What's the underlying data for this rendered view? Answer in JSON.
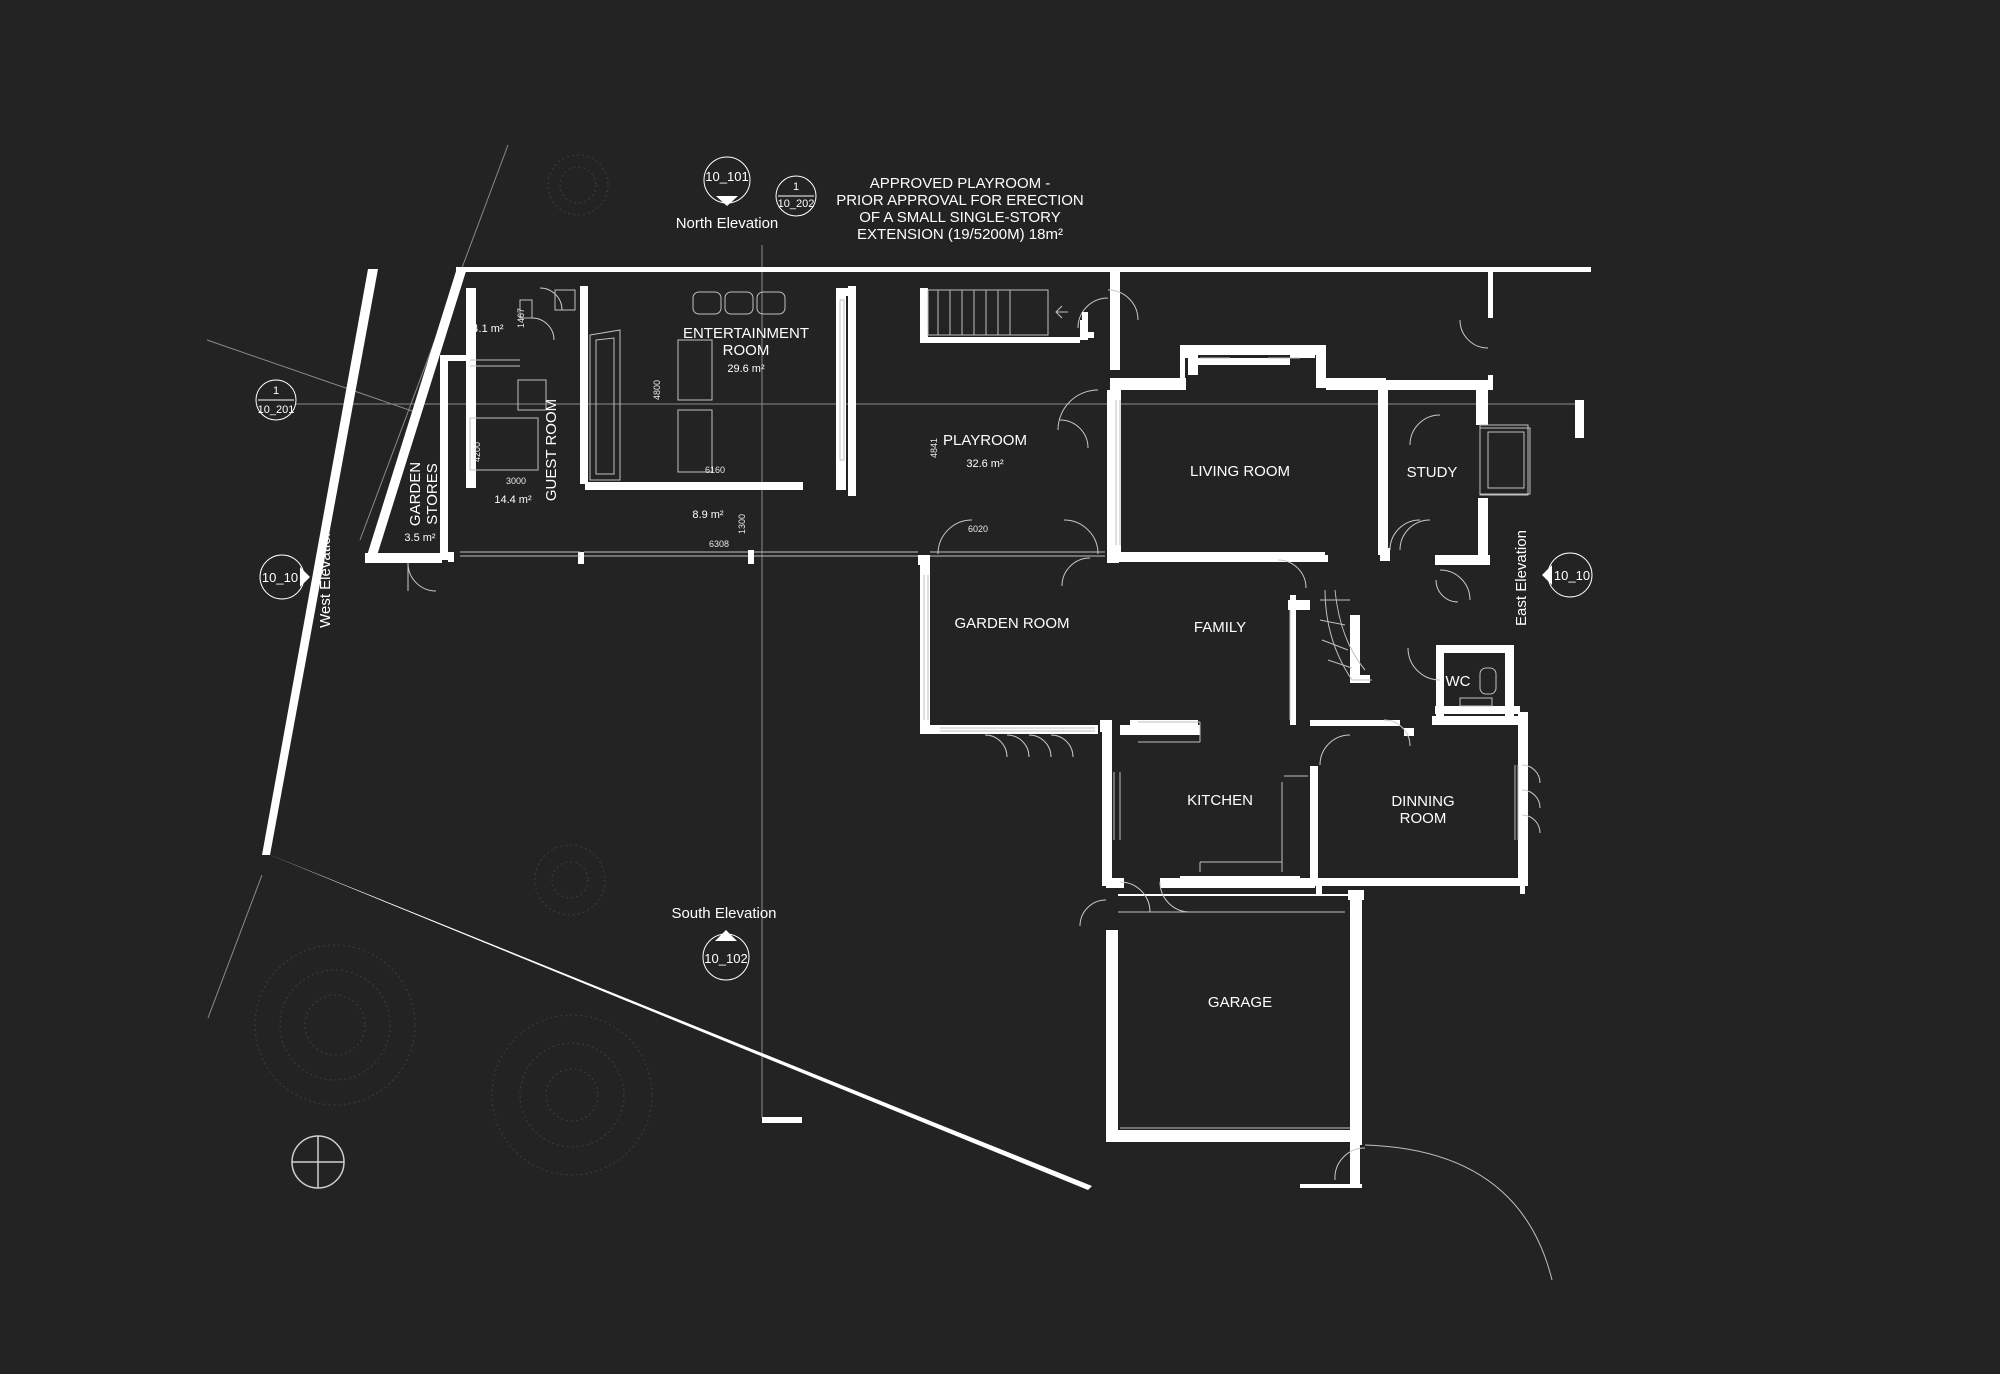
{
  "note": [
    "APPROVED PLAYROOM -",
    "PRIOR APPROVAL FOR ERECTION",
    "OF A SMALL SINGLE-STORY",
    "EXTENSION (19/5200M) 18m²"
  ],
  "rooms": {
    "entertainment": [
      "ENTERTAINMENT",
      "ROOM"
    ],
    "entertainment_area": "29.6 m²",
    "playroom": "PLAYROOM",
    "playroom_area": "32.6 m²",
    "living": "LIVING ROOM",
    "study": "STUDY",
    "guest": "GUEST ROOM",
    "garden_stores": [
      "GARDEN",
      "STORES"
    ],
    "garden_stores_area": "3.5 m²",
    "small_area": "4.1 m²",
    "guest_area": "14.4 m²",
    "corridor_area": "8.9 m²",
    "garden_room": "GARDEN ROOM",
    "family": "FAMILY",
    "wc": "WC",
    "kitchen": "KITCHEN",
    "dining": [
      "DINNING",
      "ROOM"
    ],
    "garage": "GARAGE"
  },
  "dims": {
    "d1467": "1467",
    "d4800": "4800",
    "d6160": "6160",
    "d4200": "4200",
    "d3000": "3000",
    "d4841": "4841",
    "d1300": "1300",
    "d6308": "6308",
    "d6020": "6020"
  },
  "markers": {
    "north_ref": "10_101",
    "north_label": "North Elevation",
    "section_num": "1",
    "section_ref": "10_202",
    "west_sec_num": "1",
    "west_sec_ref": "10_201",
    "west_ref": "10_10",
    "west_label": "West Elevation",
    "east_ref": "10_10",
    "east_label": "East Elevation",
    "south_label": "South Elevation",
    "south_ref": "10_102"
  }
}
